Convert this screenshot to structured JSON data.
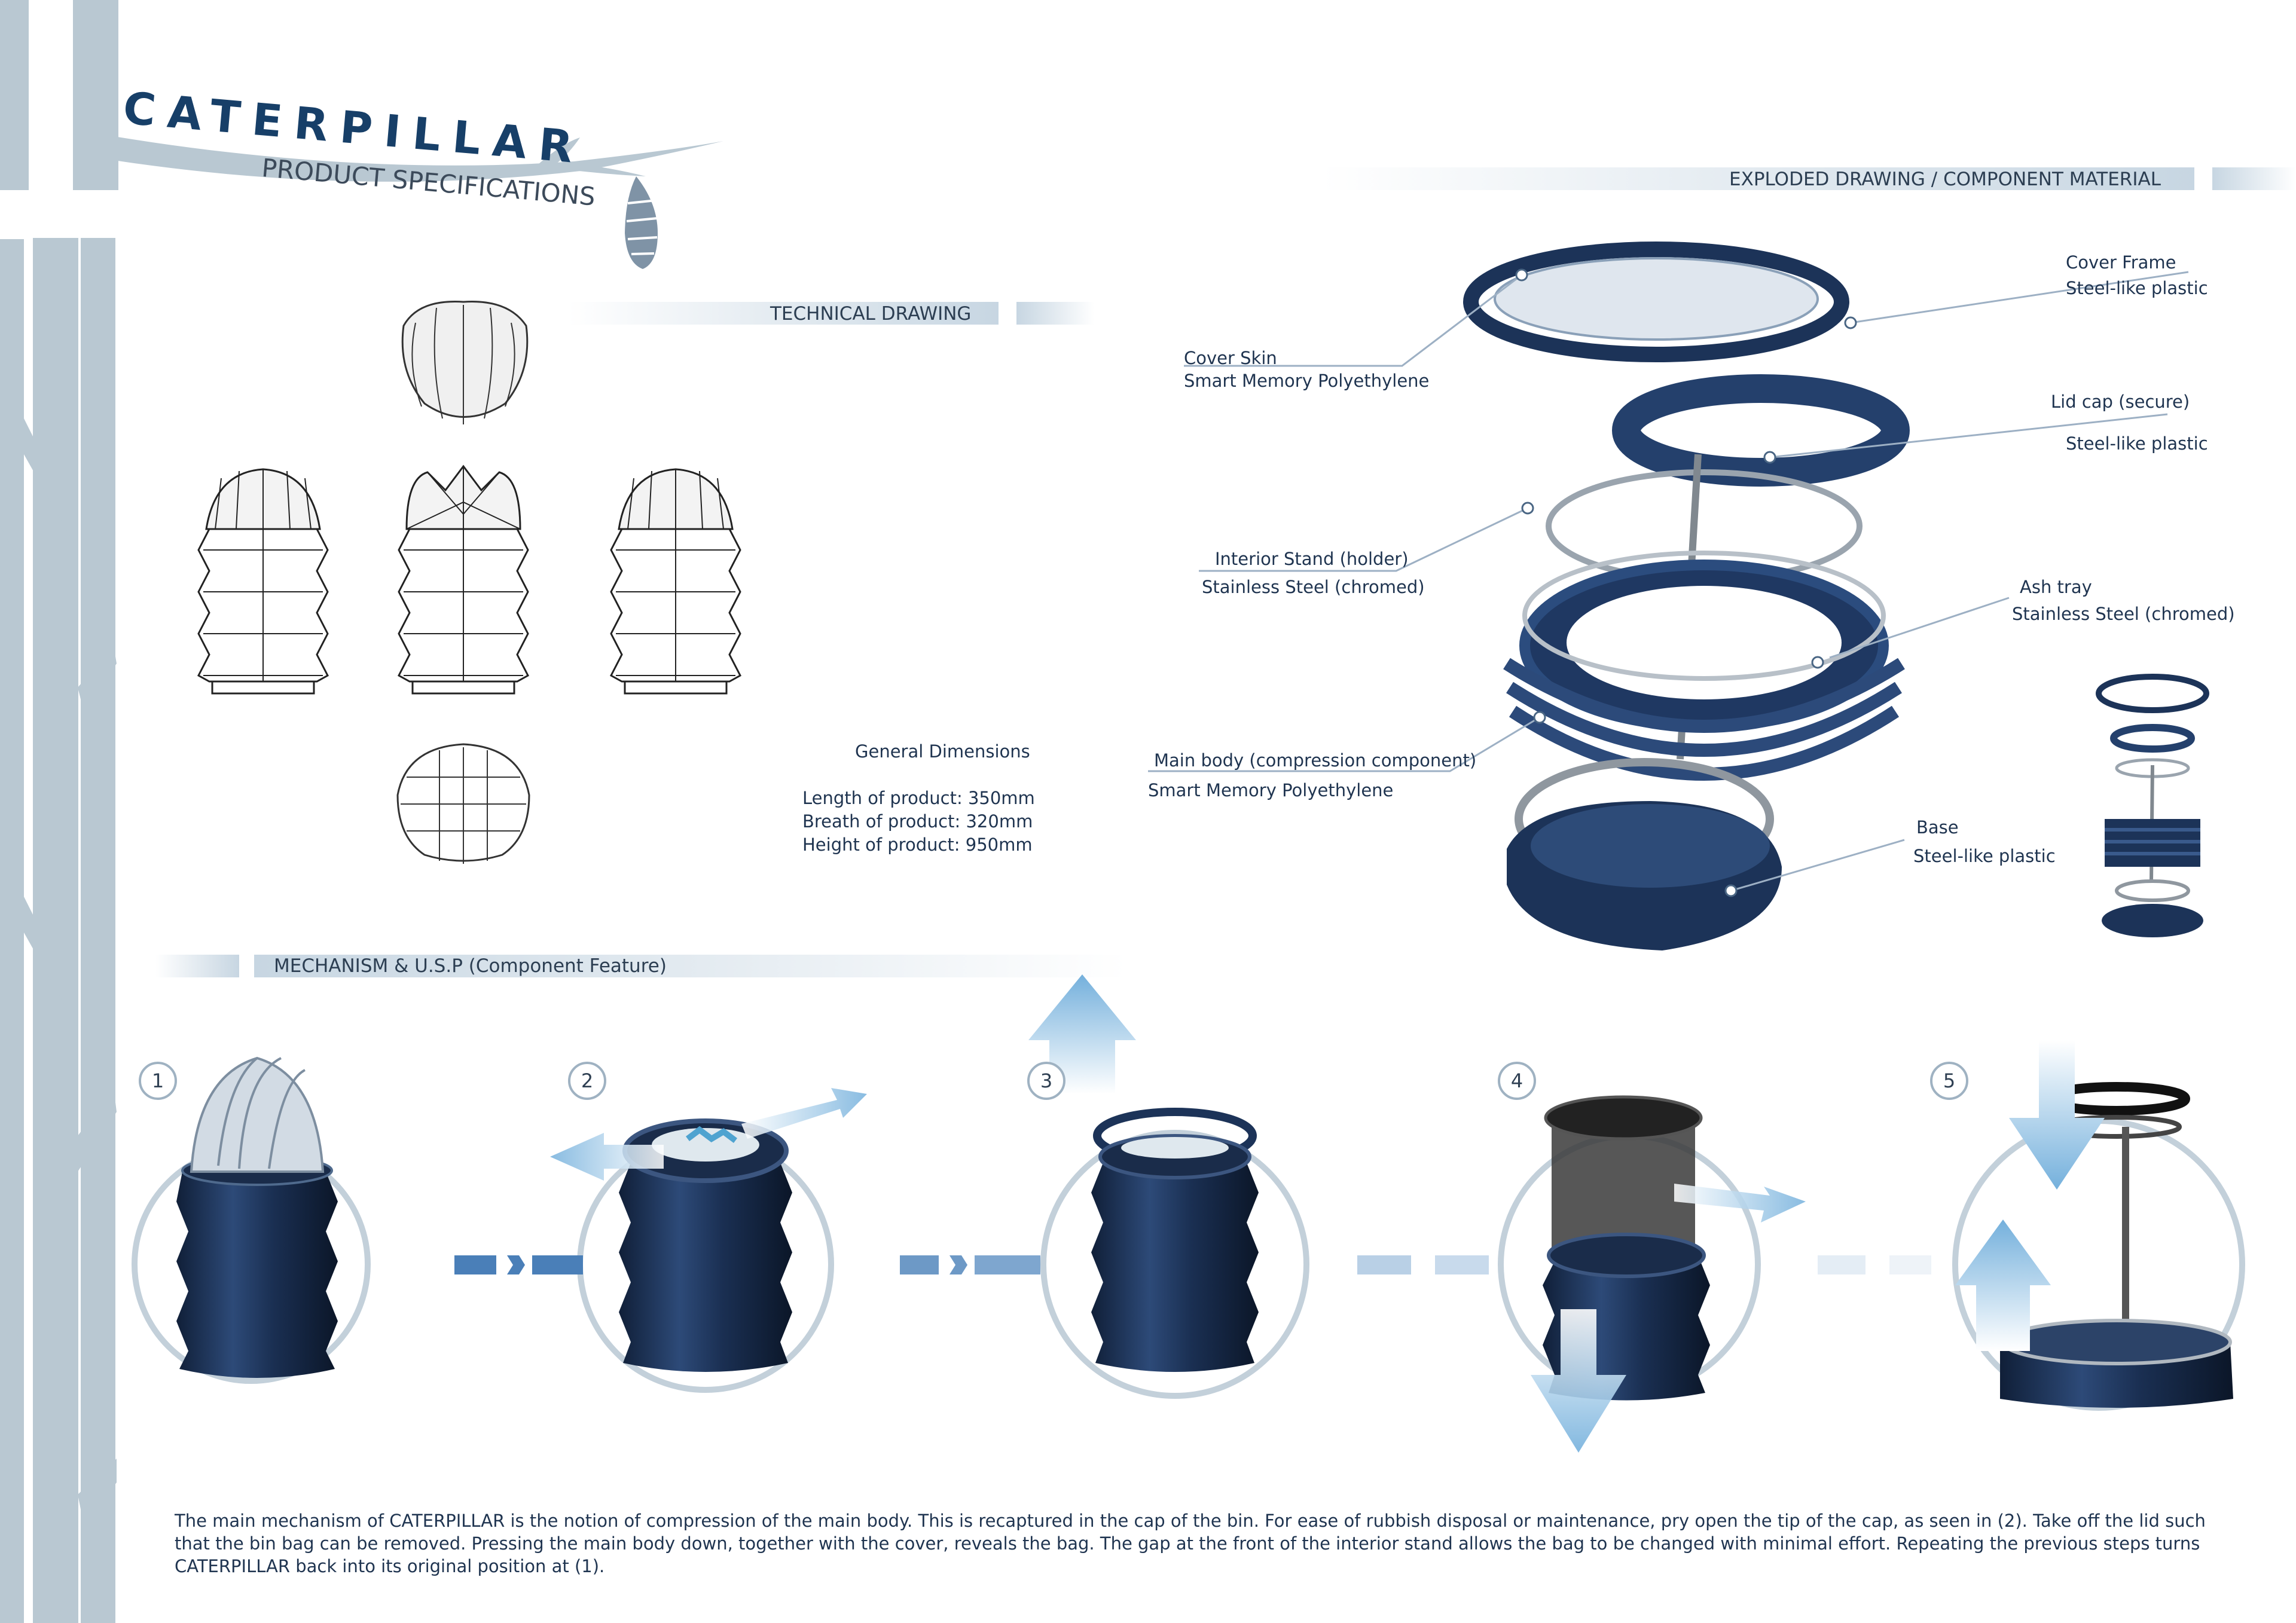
{
  "header": {
    "title": "CATERPILLAR",
    "subtitle": "PRODUCT SPECIFICATIONS"
  },
  "sections": {
    "technical_drawing": "TECHNICAL DRAWING",
    "exploded_drawing": "EXPLODED DRAWING / COMPONENT MATERIAL",
    "mechanism": "MECHANISM & U.S.P (Component Feature)"
  },
  "dimensions": {
    "heading": "General Dimensions",
    "length": "Length of product: 350mm",
    "breath": "Breath of product: 320mm",
    "height": "Height of product: 950mm"
  },
  "components": [
    {
      "name": "Cover Frame",
      "material": "Steel-like plastic"
    },
    {
      "name": "Cover Skin",
      "material": "Smart Memory Polyethylene"
    },
    {
      "name": "Lid cap (secure)",
      "material": "Steel-like plastic"
    },
    {
      "name": "Interior Stand (holder)",
      "material": "Stainless Steel (chromed)"
    },
    {
      "name": "Ash tray",
      "material": "Stainless Steel (chromed)"
    },
    {
      "name": "Main body (compression component)",
      "material": "Smart Memory Polyethylene"
    },
    {
      "name": "Base",
      "material": "Steel-like plastic"
    }
  ],
  "steps": [
    "1",
    "2",
    "3",
    "4",
    "5"
  ],
  "description": "The main mechanism of CATERPILLAR is the notion of compression of the main body. This is recaptured in the cap of the bin. For ease of rubbish disposal or maintenance, pry open the tip of the cap, as seen in (2). Take off the lid such that the bin bag can be removed. Pressing the main body down, together with the cover, reveals the bag. The gap at the front of the interior stand allows the bag to be changed with minimal effort. Repeating the previous steps turns CATERPILLAR back into its original position at (1).",
  "colors": {
    "navy": "#1c3358",
    "tree": "#b9c8d2",
    "accent": "#173f68",
    "arrow": "#8cc0e4"
  }
}
